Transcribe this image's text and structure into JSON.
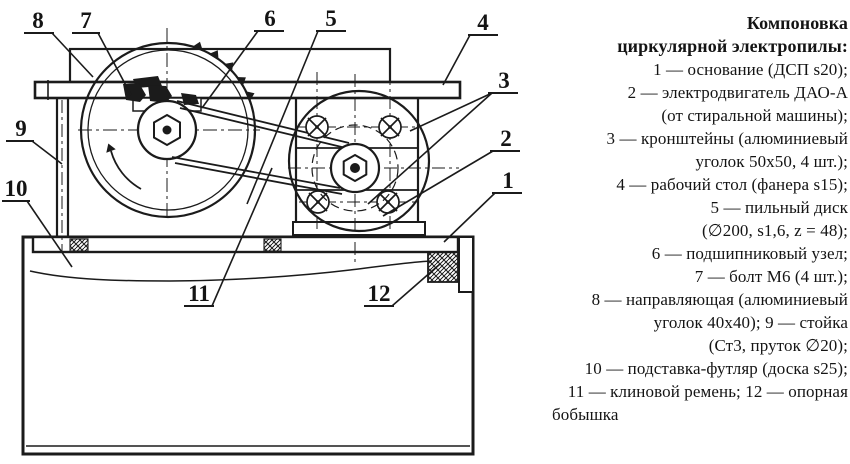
{
  "figure": {
    "kind": "technical line drawing, side view of a home-made circular power saw",
    "language": "Russian"
  },
  "colors": {
    "ink": "#1b1b1b",
    "paper": "#ffffff"
  },
  "legend": {
    "lines": [
      "Компоновка",
      "циркулярной электропилы:",
      "1 — основание (ДСП s20);",
      "2 — электродвигатель ДАО-А",
      "(от стиральной машины);",
      "3 — кронштейны (алюминиевый",
      "уголок 50х50, 4 шт.);",
      "4 — рабочий стол (фанера s15);",
      "5 — пильный диск",
      "(∅200, s1,6, z = 48);",
      "6 — подшипниковый узел;",
      "7 — болт М6 (4 шт.);",
      "8 — направляющая (алюминиевый",
      "уголок 40х40); 9 — стойка",
      "(Ст3, пруток ∅20);",
      "10 — подставка-футляр (доска s25);",
      "11 — клиновой ремень; 12 — опорная",
      "бобышка"
    ]
  },
  "callouts": {
    "c1": "1",
    "c2": "2",
    "c3": "3",
    "c4": "4",
    "c5": "5",
    "c6": "6",
    "c7": "7",
    "c8": "8",
    "c9": "9",
    "c10": "10",
    "c11": "11",
    "c12": "12"
  }
}
